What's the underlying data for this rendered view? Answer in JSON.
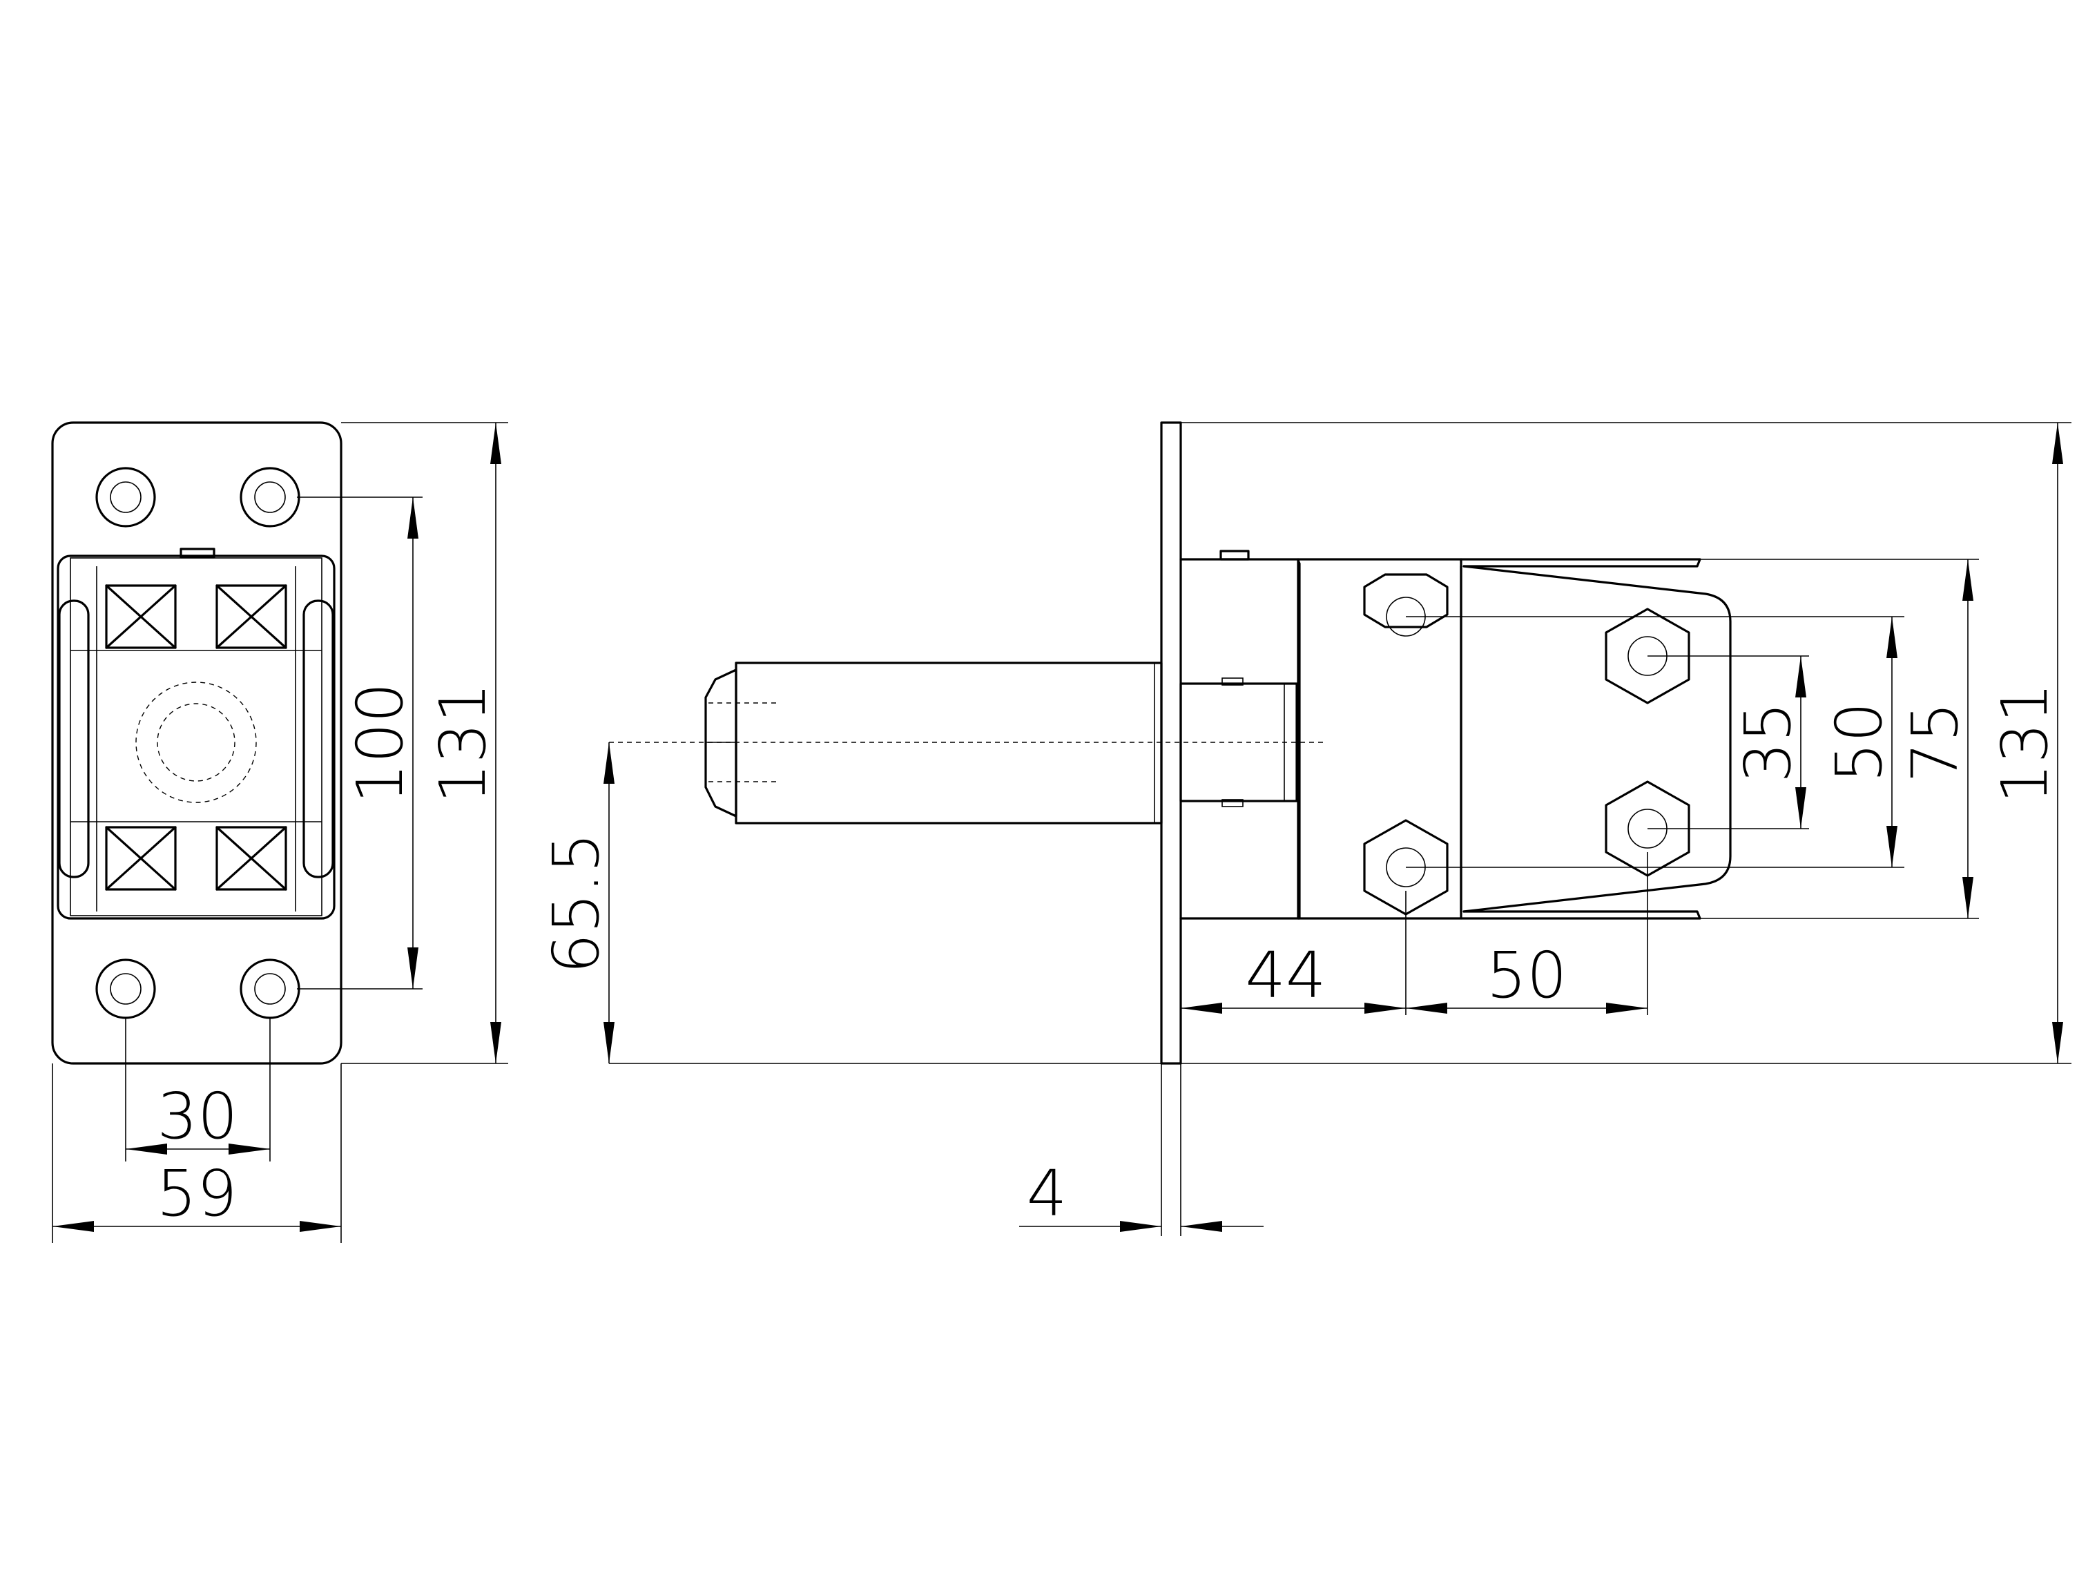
{
  "diagram": {
    "style": {
      "line_color": "#000000",
      "background": "#ffffff"
    },
    "front_view": {
      "dimensions": {
        "hole_spacing_vertical": "100",
        "plate_height": "131",
        "hole_spacing_horizontal": "30",
        "plate_width": "59"
      }
    },
    "side_view": {
      "dimensions": {
        "axis_height": "65.5",
        "plate_thickness": "4",
        "plate_to_first_bolt": "44",
        "bolt_spacing_horizontal": "50",
        "inner_bolt_spacing": "35",
        "outer_bolt_spacing": "50",
        "bracket_height": "75",
        "overall_height": "131"
      }
    }
  }
}
